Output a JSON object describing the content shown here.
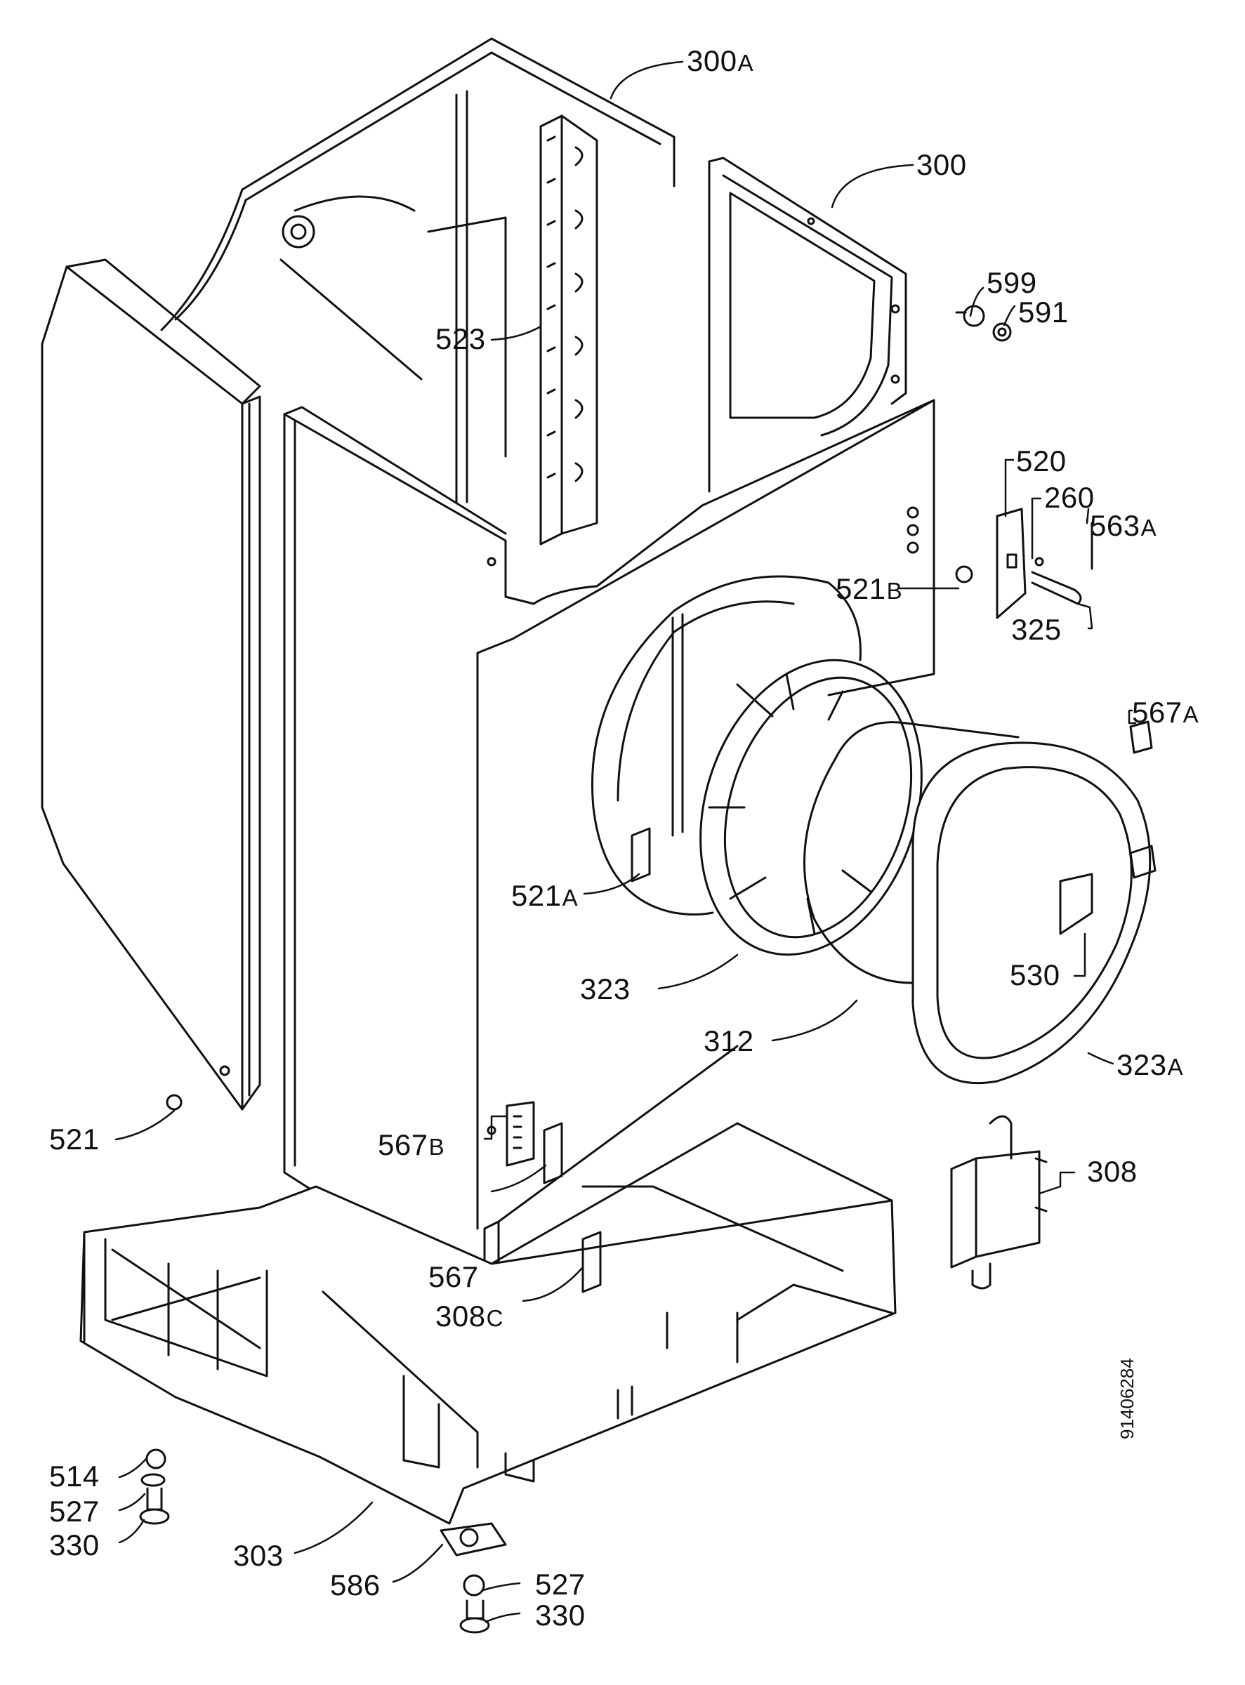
{
  "drawing": {
    "number": "91406284"
  },
  "callouts": [
    {
      "id": "300a",
      "num": "300",
      "suffix": "A"
    },
    {
      "id": "300",
      "num": "300",
      "suffix": ""
    },
    {
      "id": "599",
      "num": "599",
      "suffix": ""
    },
    {
      "id": "591",
      "num": "591",
      "suffix": ""
    },
    {
      "id": "523",
      "num": "523",
      "suffix": ""
    },
    {
      "id": "520",
      "num": "520",
      "suffix": ""
    },
    {
      "id": "260",
      "num": "260",
      "suffix": ""
    },
    {
      "id": "563a",
      "num": "563",
      "suffix": "A"
    },
    {
      "id": "521b",
      "num": "521",
      "suffix": "B"
    },
    {
      "id": "325",
      "num": "325",
      "suffix": ""
    },
    {
      "id": "567a",
      "num": "567",
      "suffix": "A"
    },
    {
      "id": "521a",
      "num": "521",
      "suffix": "A"
    },
    {
      "id": "530",
      "num": "530",
      "suffix": ""
    },
    {
      "id": "323",
      "num": "323",
      "suffix": ""
    },
    {
      "id": "312",
      "num": "312",
      "suffix": ""
    },
    {
      "id": "323a",
      "num": "323",
      "suffix": "A"
    },
    {
      "id": "521",
      "num": "521",
      "suffix": ""
    },
    {
      "id": "567b",
      "num": "567",
      "suffix": "B"
    },
    {
      "id": "308",
      "num": "308",
      "suffix": ""
    },
    {
      "id": "567",
      "num": "567",
      "suffix": ""
    },
    {
      "id": "308c",
      "num": "308",
      "suffix": "C"
    },
    {
      "id": "514",
      "num": "514",
      "suffix": ""
    },
    {
      "id": "527l",
      "num": "527",
      "suffix": ""
    },
    {
      "id": "330l",
      "num": "330",
      "suffix": ""
    },
    {
      "id": "303",
      "num": "303",
      "suffix": ""
    },
    {
      "id": "586",
      "num": "586",
      "suffix": ""
    },
    {
      "id": "527r",
      "num": "527",
      "suffix": ""
    },
    {
      "id": "330r",
      "num": "330",
      "suffix": ""
    }
  ],
  "colors": {
    "line": "#111111",
    "paper": "#ffffff"
  }
}
